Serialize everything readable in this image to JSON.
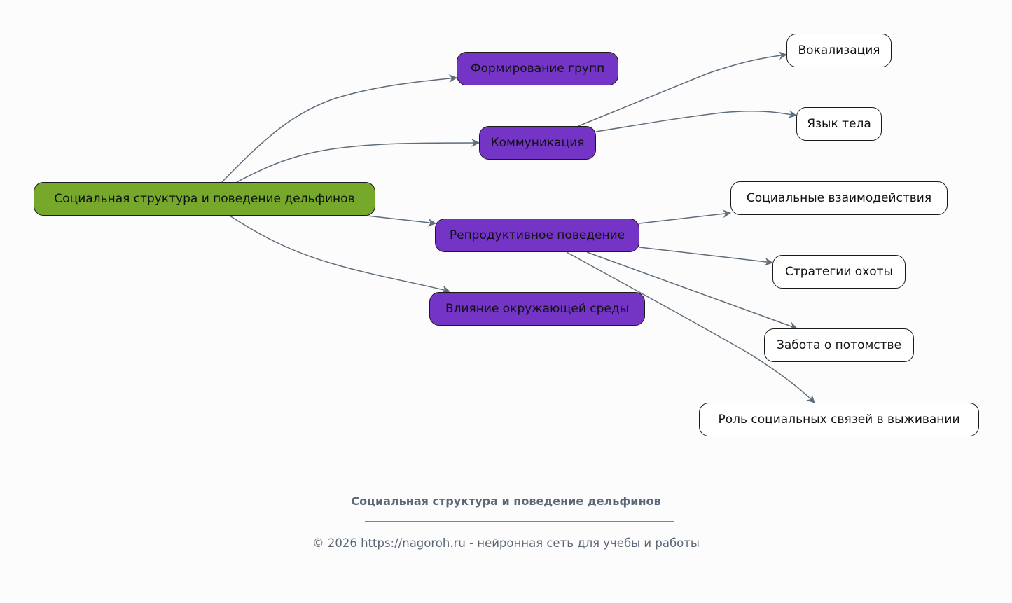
{
  "diagram": {
    "root": {
      "id": "root",
      "label": "Социальная структура и поведение дельфинов"
    },
    "nodes": [
      {
        "id": "groups",
        "label": "Формирование групп",
        "level": 1
      },
      {
        "id": "comm",
        "label": "Коммуникация",
        "level": 1
      },
      {
        "id": "repro",
        "label": "Репродуктивное поведение",
        "level": 1
      },
      {
        "id": "env",
        "label": "Влияние окружающей среды",
        "level": 1
      },
      {
        "id": "vocal",
        "label": "Вокализация",
        "level": 2
      },
      {
        "id": "body",
        "label": "Язык тела",
        "level": 2
      },
      {
        "id": "social",
        "label": "Социальные взаимодействия",
        "level": 2
      },
      {
        "id": "hunt",
        "label": "Стратегии охоты",
        "level": 2
      },
      {
        "id": "care",
        "label": "Забота о потомстве",
        "level": 2
      },
      {
        "id": "bonds",
        "label": "Роль социальных связей в выживании",
        "level": 2
      }
    ],
    "edges": [
      {
        "from": "root",
        "to": "groups"
      },
      {
        "from": "root",
        "to": "comm"
      },
      {
        "from": "root",
        "to": "repro"
      },
      {
        "from": "root",
        "to": "env"
      },
      {
        "from": "comm",
        "to": "vocal"
      },
      {
        "from": "comm",
        "to": "body"
      },
      {
        "from": "repro",
        "to": "social"
      },
      {
        "from": "repro",
        "to": "hunt"
      },
      {
        "from": "repro",
        "to": "care"
      },
      {
        "from": "repro",
        "to": "bonds"
      }
    ],
    "colors": {
      "root_fill": "#76a92b",
      "mid_fill": "#7434c6",
      "leaf_fill": "#ffffff",
      "edge": "#5f6d7b"
    }
  },
  "footer": {
    "title": "Социальная структура и поведение дельфинов",
    "copyright": "© 2026 https://nagoroh.ru - нейронная сеть для учебы и работы"
  }
}
